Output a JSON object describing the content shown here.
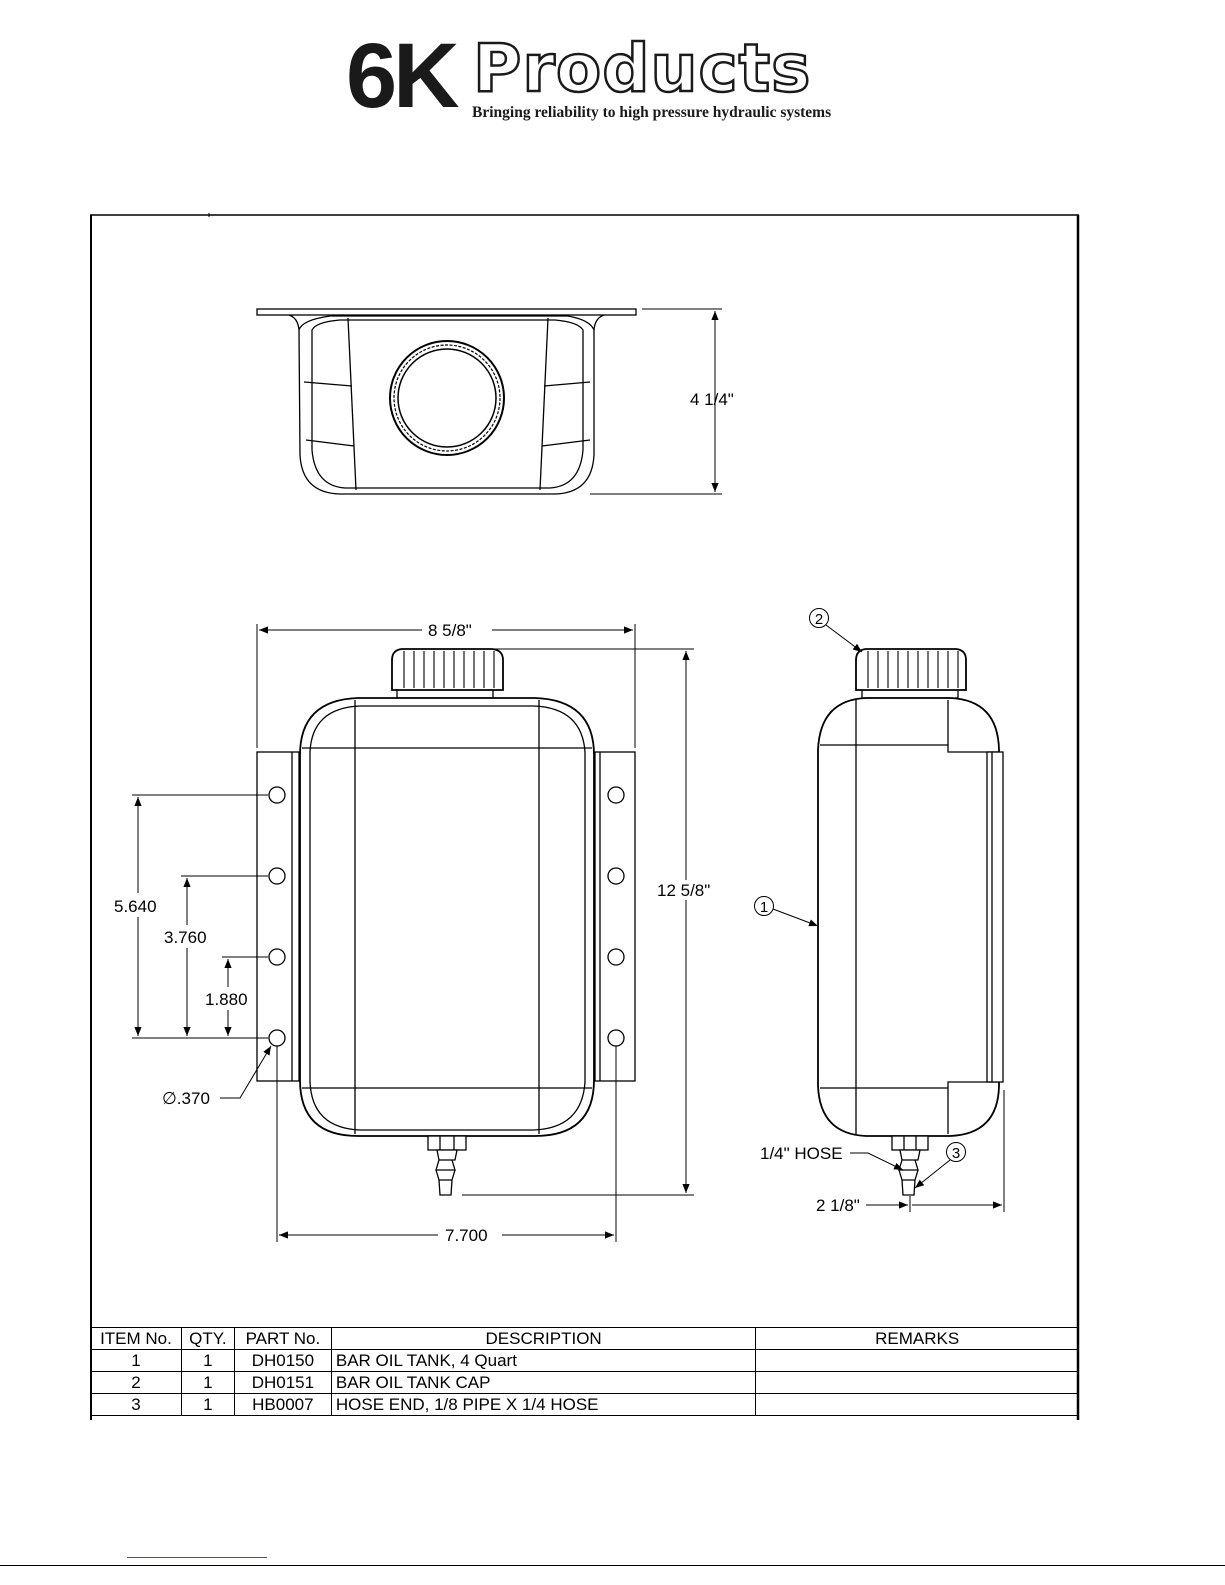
{
  "logo": {
    "mark": "6K",
    "name": "Products",
    "tagline": "Bringing reliability to high pressure hydraulic systems"
  },
  "dimensions": {
    "height_top_view": "4 1/4\"",
    "width_front": "8 5/8\"",
    "height_front": "12 5/8\"",
    "hole_span_1": "5.640",
    "hole_span_2": "3.760",
    "hole_span_3": "1.880",
    "hole_diameter": "∅.370",
    "mount_spacing": "7.700",
    "hose_label": "1/4\" HOSE",
    "side_offset": "2 1/8\""
  },
  "balloons": [
    "1",
    "2",
    "3"
  ],
  "bom": {
    "headers": [
      "ITEM No.",
      "QTY.",
      "PART No.",
      "DESCRIPTION",
      "REMARKS"
    ],
    "rows": [
      {
        "item": "1",
        "qty": "1",
        "part": "DH0150",
        "desc": "BAR OIL TANK, 4 Quart",
        "remarks": ""
      },
      {
        "item": "2",
        "qty": "1",
        "part": "DH0151",
        "desc": "BAR OIL TANK CAP",
        "remarks": ""
      },
      {
        "item": "3",
        "qty": "1",
        "part": "HB0007",
        "desc": "HOSE END, 1/8 PIPE X 1/4 HOSE",
        "remarks": ""
      }
    ]
  }
}
